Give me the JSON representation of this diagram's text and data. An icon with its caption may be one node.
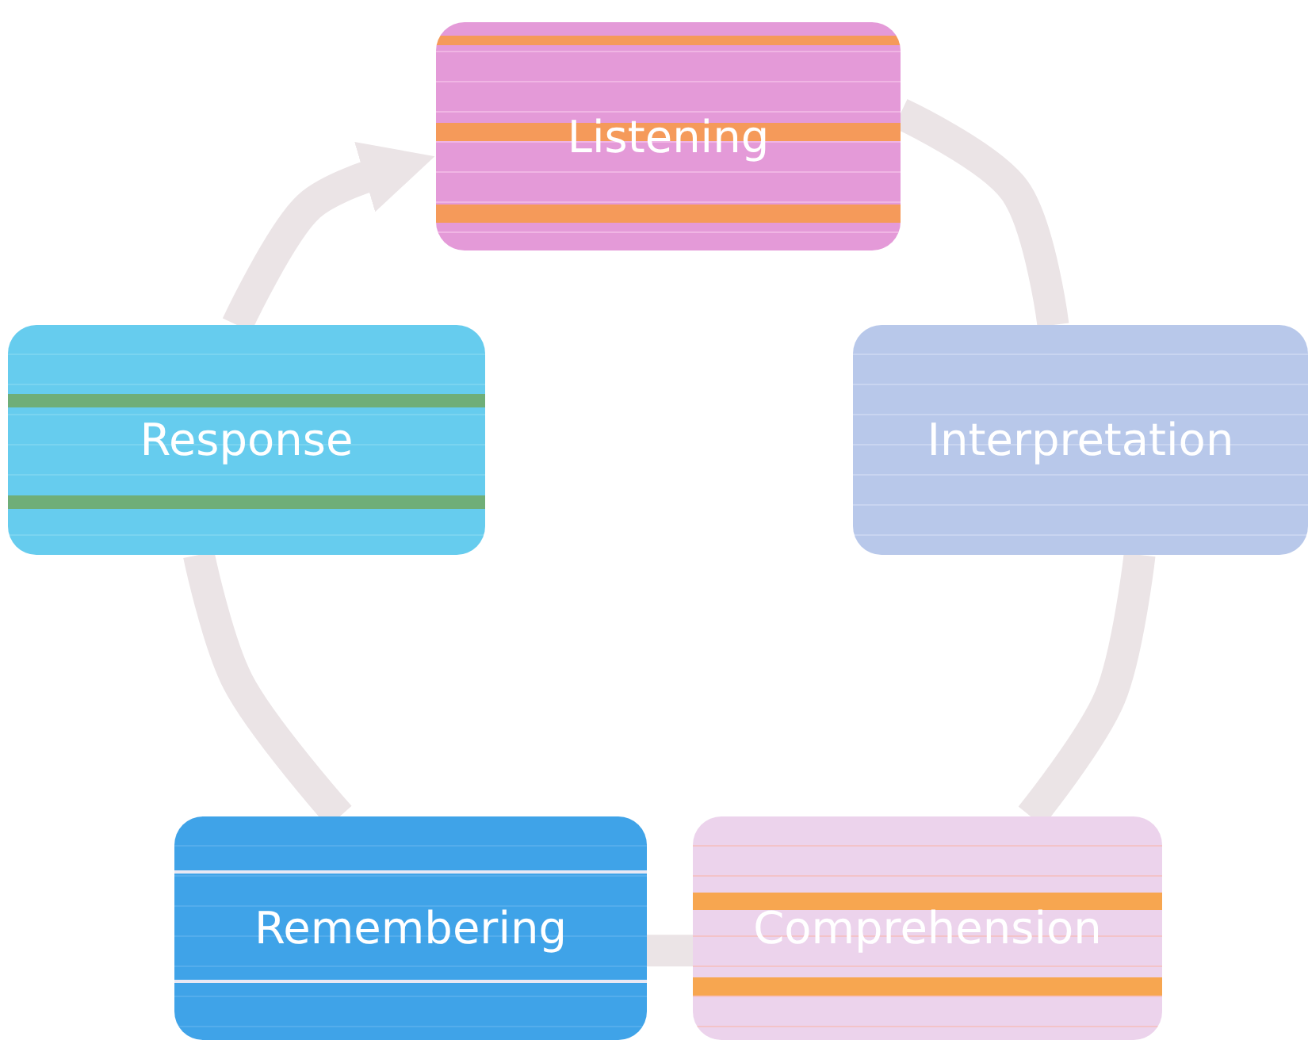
{
  "diagram": {
    "nodes": [
      {
        "text": [
          "Listening"
        ]
      },
      {
        "text": [
          "Interpretation"
        ]
      },
      {
        "text": [
          "Comprehension"
        ]
      },
      {
        "text": [
          "Remembering"
        ]
      },
      {
        "text": [
          "Response"
        ]
      }
    ],
    "edges": [
      {
        "from": 0,
        "to": 1,
        "arrow": "none"
      },
      {
        "from": 1,
        "to": 2,
        "arrow": "none"
      },
      {
        "from": 2,
        "to": 3,
        "arrow": "none"
      },
      {
        "from": 3,
        "to": 4,
        "arrow": "none"
      },
      {
        "from": 4,
        "to": 0,
        "arrow": "to"
      }
    ]
  }
}
